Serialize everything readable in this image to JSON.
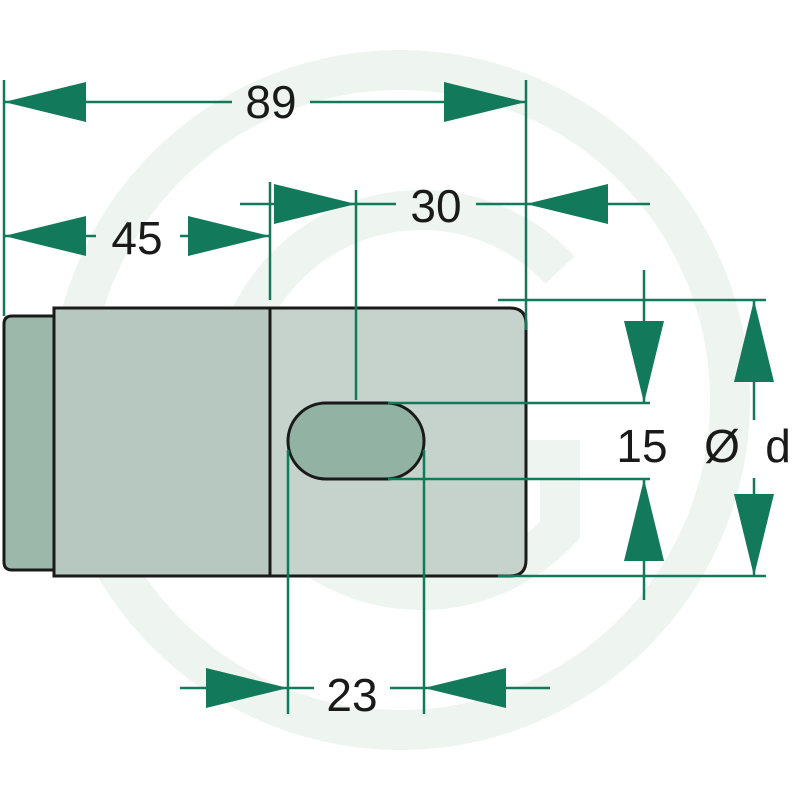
{
  "dimensions": {
    "overall_length": "89",
    "base_length": "45",
    "tip_offset": "30",
    "slot_width": "15",
    "diameter_symbol": "Ø",
    "diameter_var": "d",
    "slot_length": "23"
  },
  "colors": {
    "dimension_line": "#127a5a",
    "outline": "#1a1a1a",
    "ring_left": "#9bb8aa",
    "body_mid": "#b7c8c0",
    "body_right": "#c6d3cd",
    "slot_fill": "#92b2a4",
    "watermark": "#e7efea"
  }
}
